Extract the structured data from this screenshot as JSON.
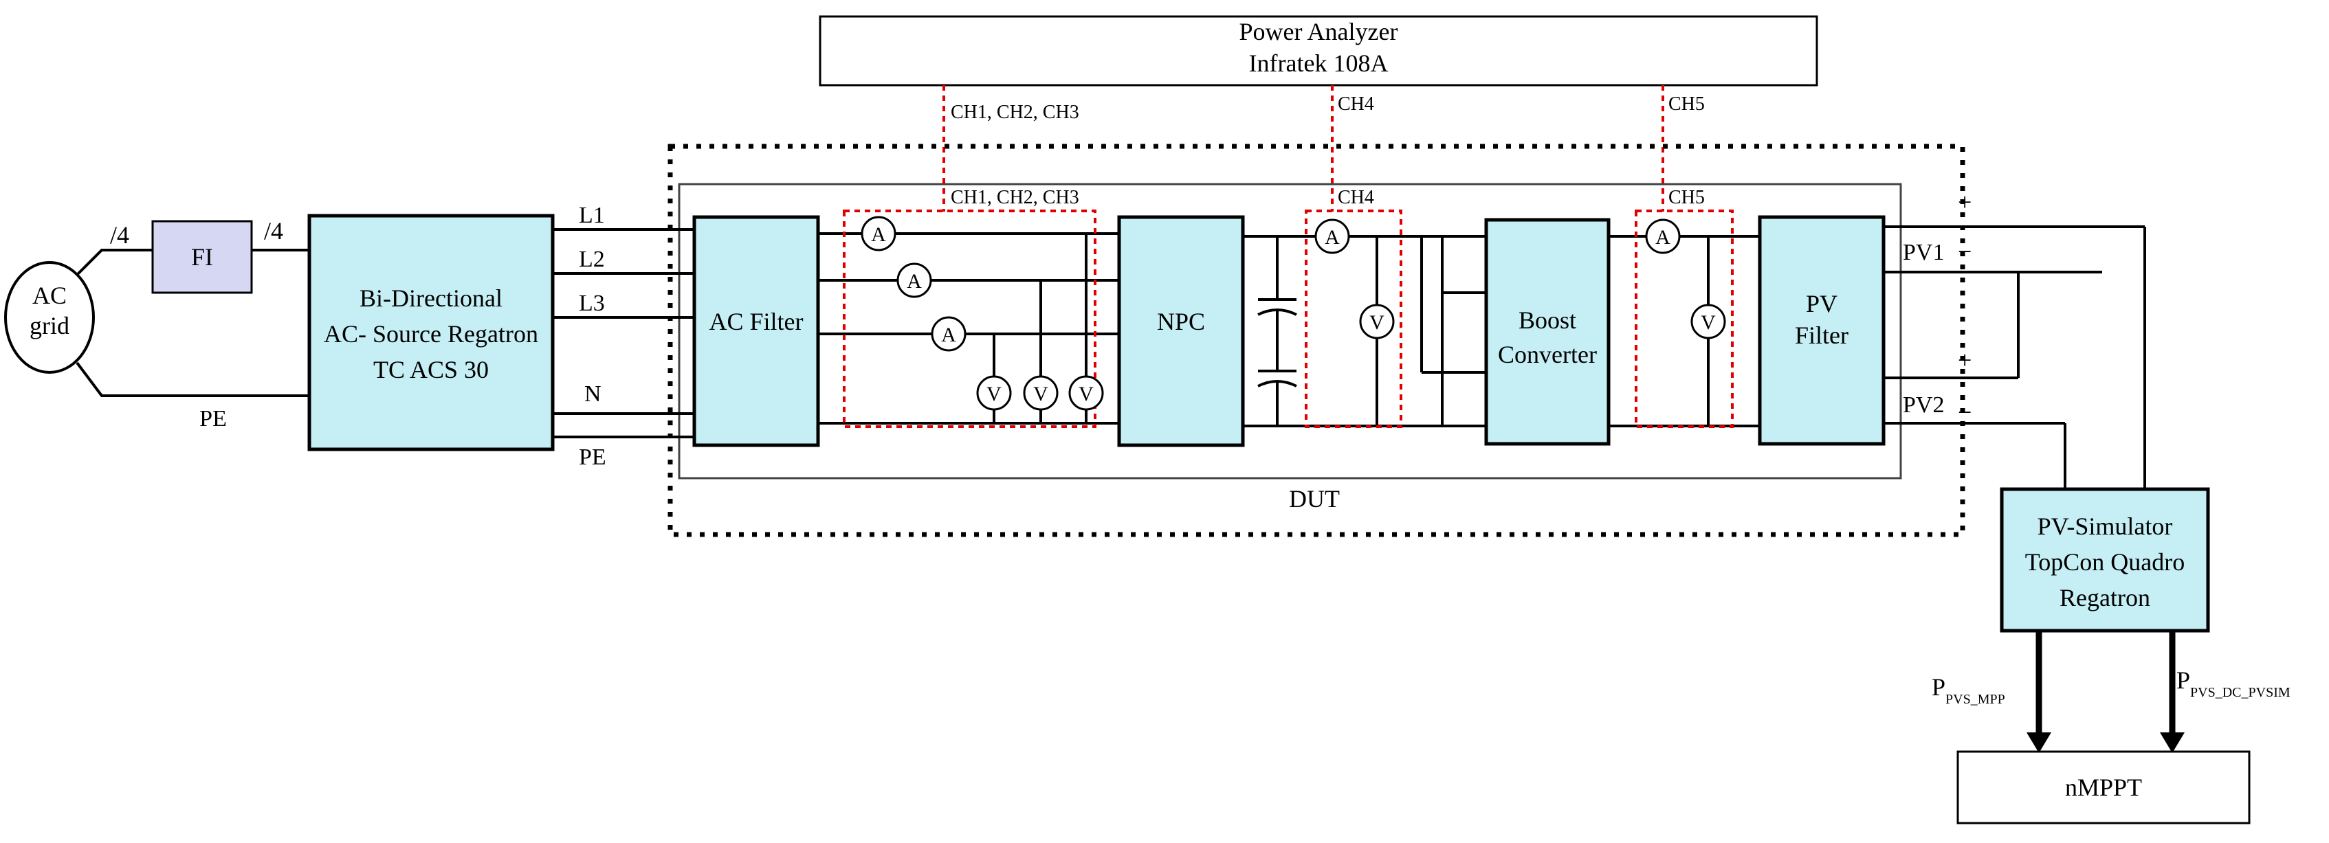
{
  "blocks": {
    "power_analyzer": {
      "line1": "Power Analyzer",
      "line2": "Infratek 108A"
    },
    "ac_grid": {
      "line1": "AC",
      "line2": "grid"
    },
    "fi": "FI",
    "ac_source": {
      "line1": "Bi-Directional",
      "line2": "AC- Source Regatron",
      "line3": "TC ACS 30"
    },
    "ac_filter": "AC Filter",
    "npc": "NPC",
    "boost": {
      "line1": "Boost",
      "line2": "Converter"
    },
    "pv_filter": {
      "line1": "PV",
      "line2": "Filter"
    },
    "pv_simulator": {
      "line1": "PV-Simulator",
      "line2": "TopCon Quadro",
      "line3": "Regatron"
    },
    "nmppt": "nMPPT",
    "dut": "DUT"
  },
  "labels": {
    "slash4_left": "/4",
    "slash4_right": "/4",
    "pe_left": "PE",
    "l1": "L1",
    "l2": "L2",
    "l3": "L3",
    "n": "N",
    "pe_bus": "PE",
    "pv1": "PV1",
    "pv2": "PV2",
    "plus1": "+",
    "minus1": "−",
    "plus2": "+",
    "minus2": "−"
  },
  "channels": {
    "ch123_top": "CH1, CH2, CH3",
    "ch4_top": "CH4",
    "ch5_top": "CH5",
    "ch123_inner": "CH1, CH2, CH3",
    "ch4_inner": "CH4",
    "ch5_inner": "CH5"
  },
  "meters": {
    "ammeter": "A",
    "voltmeter": "V"
  },
  "powers": {
    "p_mpp_main": "P",
    "p_mpp_sub": "PVS_MPP",
    "p_dc_main": "P",
    "p_dc_sub": "PVS_DC_PVSIM"
  }
}
